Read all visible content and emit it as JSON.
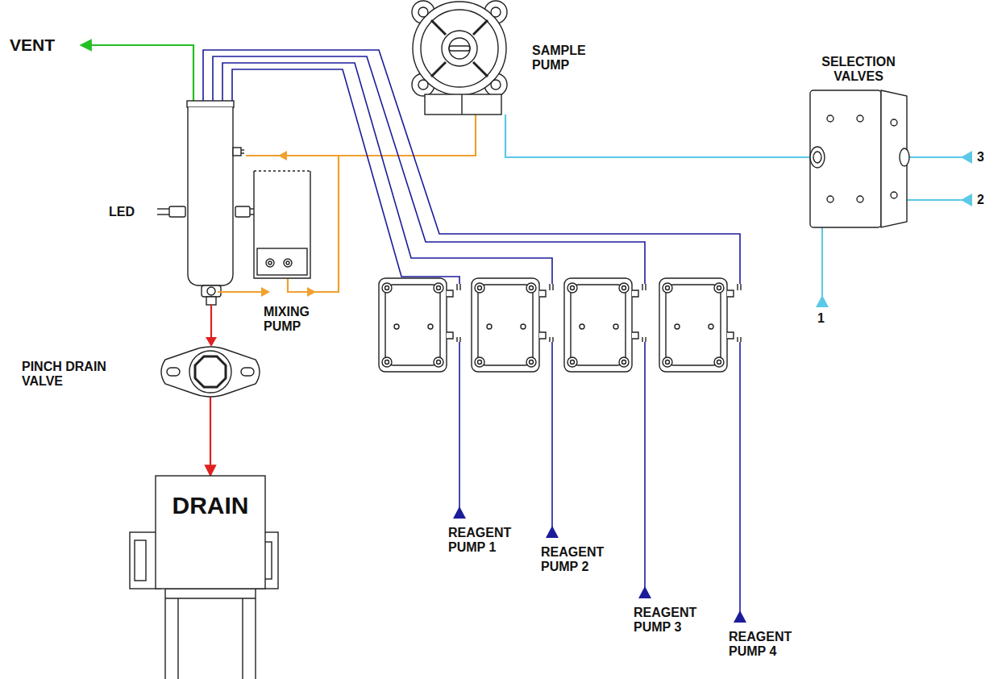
{
  "diagram": {
    "nodes": [
      {
        "text": [
          "SAMPLE PUMP"
        ]
      },
      {
        "text": [
          "SELECTION VALVES"
        ]
      },
      {
        "text": [
          "MIXING PUMP"
        ]
      },
      {
        "text": [
          "PINCH DRAIN VALVE"
        ]
      },
      {
        "text": [
          "DRAIN"
        ]
      }
    ],
    "edges": [
      {
        "from": 0,
        "to": 1,
        "arrow": "none"
      },
      {
        "from": 3,
        "to": 4,
        "arrow": "to"
      }
    ],
    "labels": [
      "VENT",
      "LED",
      "3",
      "2",
      "1",
      "REAGENT PUMP 1",
      "REAGENT PUMP 2",
      "REAGENT PUMP 3",
      "REAGENT PUMP 4"
    ]
  }
}
